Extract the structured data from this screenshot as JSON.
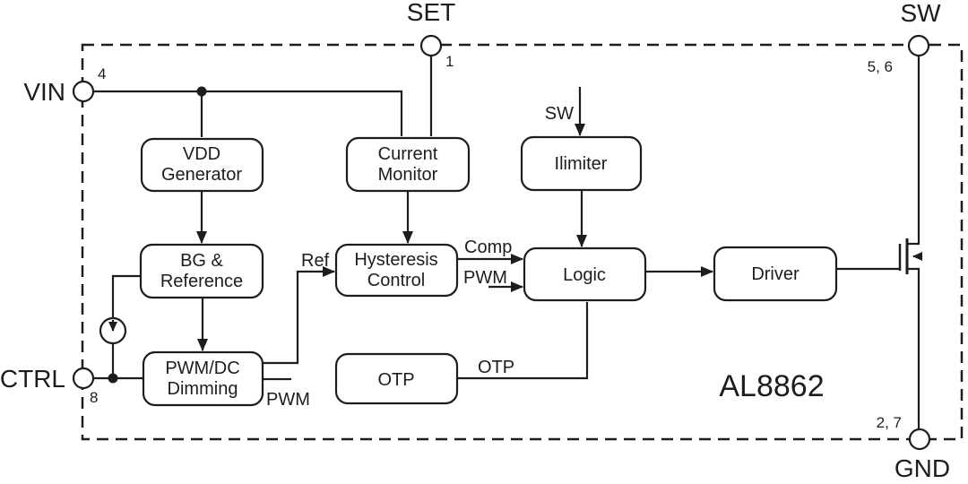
{
  "diagram": {
    "part_number": "AL8862",
    "pins": {
      "vin": {
        "label": "VIN",
        "number": "4"
      },
      "set": {
        "label": "SET",
        "number": "1"
      },
      "sw": {
        "label": "SW",
        "number": "5, 6"
      },
      "ctrl": {
        "label": "CTRL",
        "number": "8"
      },
      "gnd": {
        "label": "GND",
        "number": "2, 7"
      }
    },
    "blocks": {
      "vdd_generator": {
        "line1": "VDD",
        "line2": "Generator"
      },
      "current_monitor": {
        "line1": "Current",
        "line2": "Monitor"
      },
      "ilimiter": {
        "label": "Ilimiter"
      },
      "bg_reference": {
        "line1": "BG &",
        "line2": "Reference"
      },
      "hysteresis_control": {
        "line1": "Hysteresis",
        "line2": "Control"
      },
      "logic": {
        "label": "Logic"
      },
      "driver": {
        "label": "Driver"
      },
      "pwm_dc_dimming": {
        "line1": "PWM/DC",
        "line2": "Dimming"
      },
      "otp": {
        "label": "OTP"
      }
    },
    "signals": {
      "ref": "Ref",
      "comp": "Comp",
      "pwm_to_logic": "PWM",
      "pwm_from_dimming": "PWM",
      "otp_signal": "OTP",
      "sw_internal": "SW"
    },
    "colors": {
      "line": "#1d1d1b",
      "background": "#ffffff"
    }
  }
}
